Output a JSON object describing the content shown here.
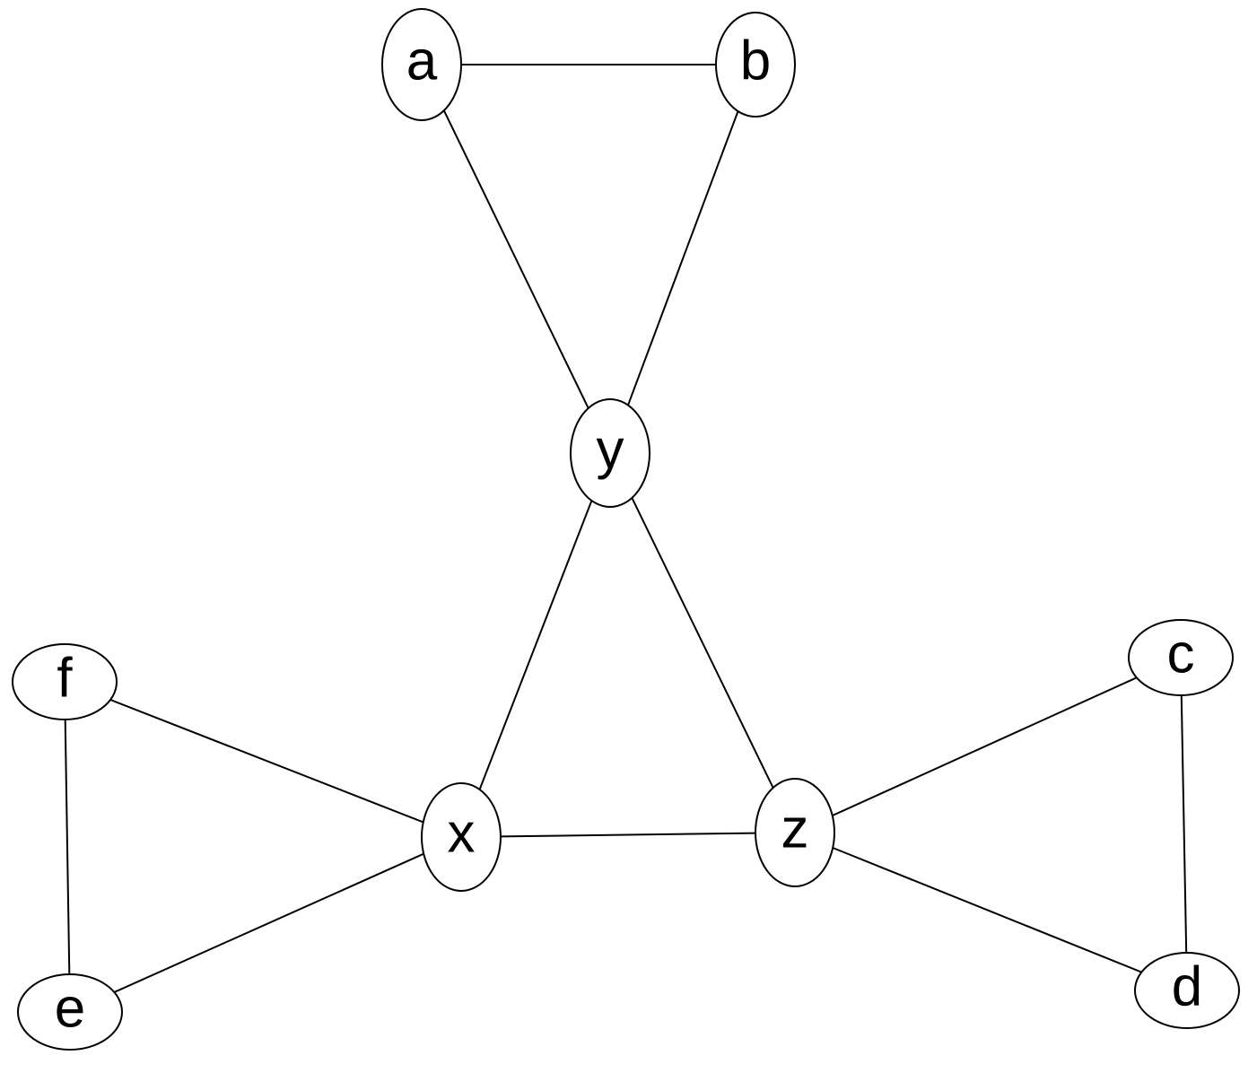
{
  "graph": {
    "nodes": [
      {
        "id": "a",
        "label": "a"
      },
      {
        "id": "b",
        "label": "b"
      },
      {
        "id": "y",
        "label": "y"
      },
      {
        "id": "x",
        "label": "x"
      },
      {
        "id": "z",
        "label": "z"
      },
      {
        "id": "f",
        "label": "f"
      },
      {
        "id": "e",
        "label": "e"
      },
      {
        "id": "c",
        "label": "c"
      },
      {
        "id": "d",
        "label": "d"
      }
    ],
    "edges": [
      {
        "from": "a",
        "to": "b"
      },
      {
        "from": "a",
        "to": "y"
      },
      {
        "from": "b",
        "to": "y"
      },
      {
        "from": "y",
        "to": "x"
      },
      {
        "from": "y",
        "to": "z"
      },
      {
        "from": "x",
        "to": "z"
      },
      {
        "from": "f",
        "to": "x"
      },
      {
        "from": "e",
        "to": "x"
      },
      {
        "from": "f",
        "to": "e"
      },
      {
        "from": "c",
        "to": "z"
      },
      {
        "from": "d",
        "to": "z"
      },
      {
        "from": "c",
        "to": "d"
      }
    ]
  }
}
